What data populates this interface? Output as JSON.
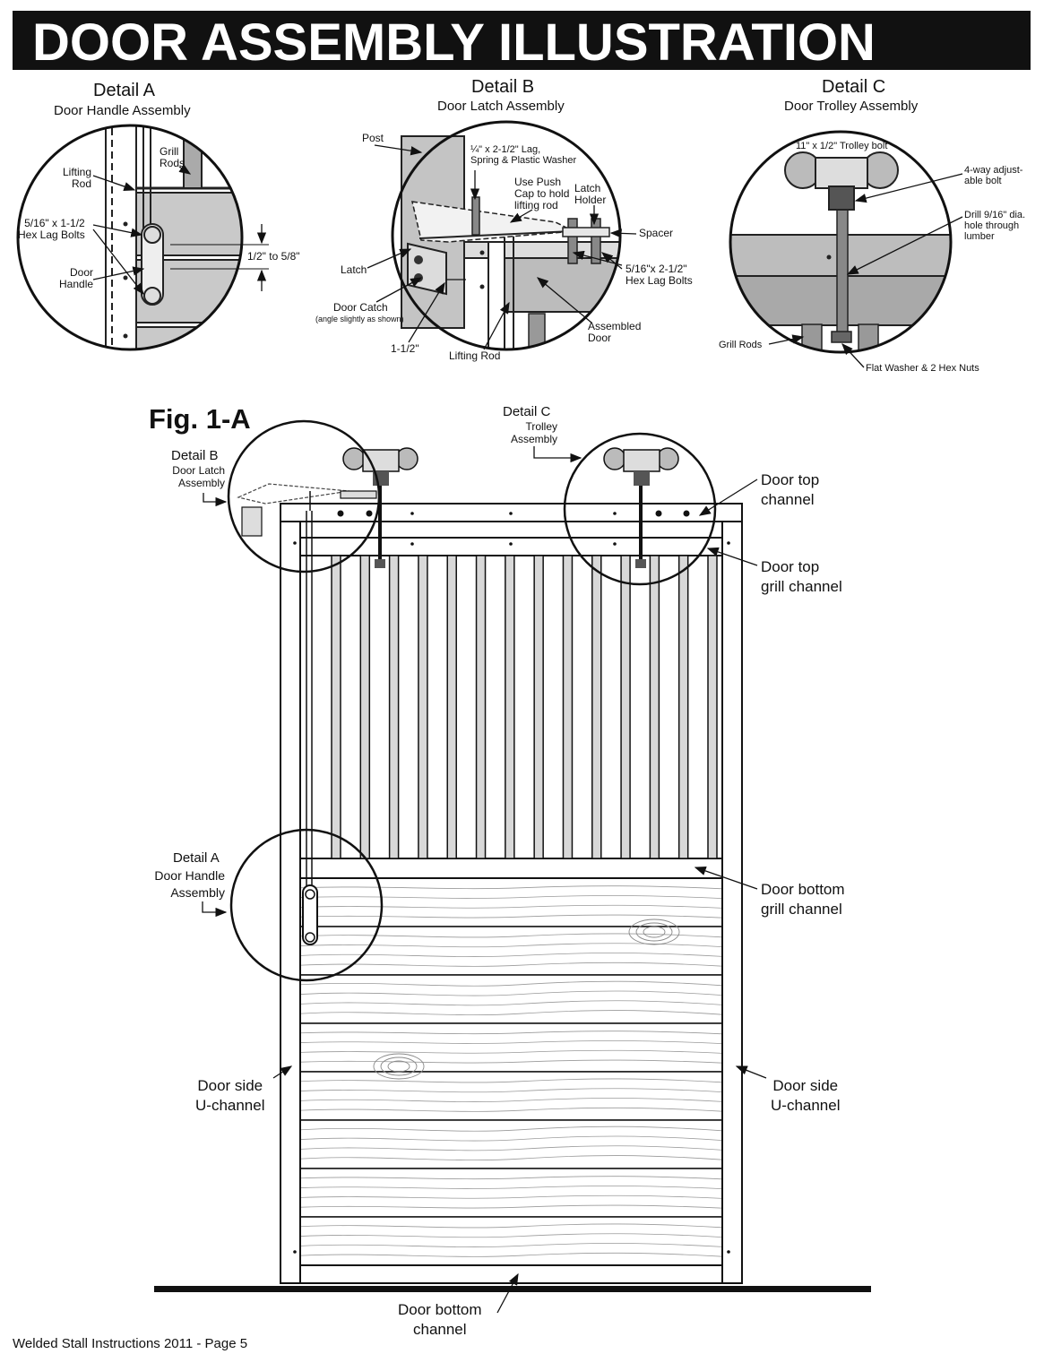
{
  "header": {
    "title": "DOOR ASSEMBLY ILLUSTRATION"
  },
  "detail_a": {
    "heading": "Detail A",
    "subheading": "Door Handle Assembly",
    "labels": {
      "grill_rods": "Grill\nRods",
      "lifting_rod": "Lifting\nRod",
      "hex_lag_bolts": "5/16\" x 1-1/2\nHex Lag Bolts",
      "door_handle": "Door\nHandle",
      "gap": "1/2\" to 5/8\""
    }
  },
  "detail_b": {
    "heading": "Detail B",
    "subheading": "Door Latch Assembly",
    "labels": {
      "post": "Post",
      "lag_spring": "¼\" x 2-1/2\" Lag,\nSpring & Plastic Washer",
      "push_cap": "Use Push\nCap to hold\nlifting rod",
      "latch_holder": "Latch\nHolder",
      "spacer": "Spacer",
      "latch": "Latch",
      "hex_lag_bolts": "5/16\"x 2-1/2\"\nHex Lag Bolts",
      "door_catch": "Door Catch",
      "door_catch_note": "(angle slightly as shown)",
      "assembled_door": "Assembled\nDoor",
      "offset": "1-1/2\"",
      "lifting_rod": "Lifting Rod"
    }
  },
  "detail_c": {
    "heading": "Detail C",
    "subheading": "Door Trolley Assembly",
    "labels": {
      "trolley_bolt": "11\" x 1/2\" Trolley bolt",
      "adjustable_bolt": "4-way adjust-\nable bolt",
      "drill": "Drill 9/16\" dia.\nhole through\nlumber",
      "grill_rods": "Grill Rods",
      "washer_nuts": "Flat Washer & 2 Hex Nuts"
    }
  },
  "figure": {
    "title": "Fig. 1-A",
    "callouts": {
      "detail_b_title": "Detail B",
      "detail_b_sub": "Door Latch\nAssembly",
      "detail_c_title": "Detail C",
      "detail_c_sub": "Trolley\nAssembly",
      "detail_a_title": "Detail A",
      "detail_a_sub": "Door Handle\nAssembly"
    },
    "labels": {
      "door_top_channel": "Door top\nchannel",
      "door_top_grill_channel": "Door top\ngrill channel",
      "door_bottom_grill_channel": "Door bottom\ngrill channel",
      "door_side_left": "Door side\nU-channel",
      "door_side_right": "Door side\nU-channel",
      "door_bottom_channel": "Door bottom\nchannel"
    },
    "grill_rod_count": 14,
    "plank_count": 8
  },
  "footer": {
    "text": "Welded Stall Instructions 2011 - Page 5"
  }
}
